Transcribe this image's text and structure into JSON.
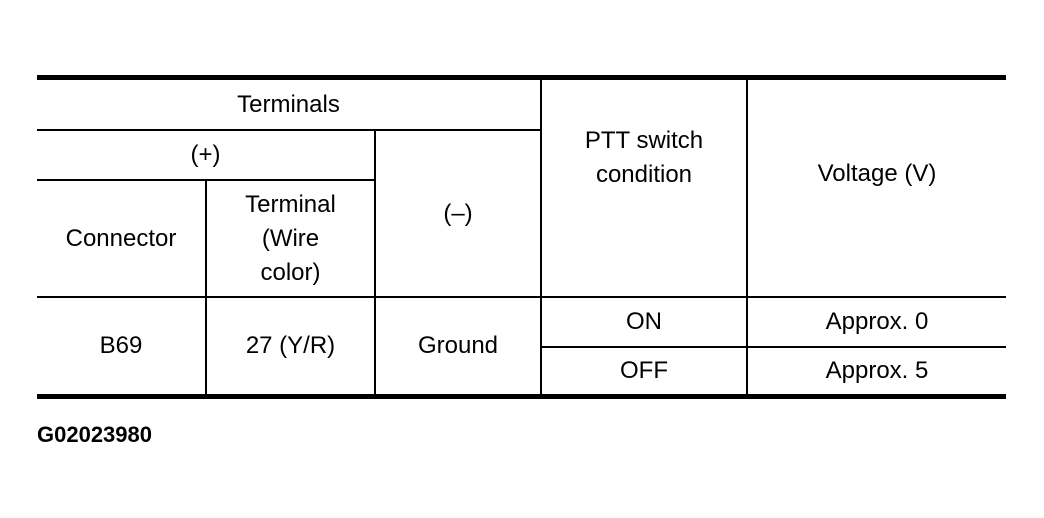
{
  "table": {
    "headers": {
      "terminals": "Terminals",
      "plus": "(+)",
      "minus": "(–)",
      "connector": "Connector",
      "terminal": "Terminal\n(Wire\ncolor)",
      "ptt_condition": "PTT switch\ncondition",
      "voltage": "Voltage (V)"
    },
    "rows": [
      {
        "connector": "B69",
        "terminal": "27 (Y/R)",
        "minus": "Ground",
        "states": [
          {
            "condition": "ON",
            "voltage": "Approx. 0"
          },
          {
            "condition": "OFF",
            "voltage": "Approx. 5"
          }
        ]
      }
    ]
  },
  "figure_code": "G02023980"
}
